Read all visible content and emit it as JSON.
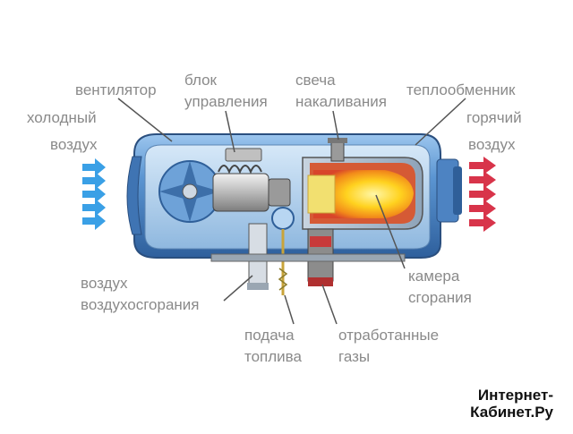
{
  "labels": {
    "fan": "вентилятор",
    "control_block_1": "блок",
    "control_block_2": "управления",
    "glow_plug_1": "свеча",
    "glow_plug_2": "накаливания",
    "heat_exchanger": "теплообменник",
    "cold_air_1": "холодный",
    "cold_air_2": "воздух",
    "hot_air_1": "горячий",
    "hot_air_2": "воздух",
    "combustion_air_1": "воздух",
    "combustion_air_2": "воздухосгорания",
    "fuel_supply_1": "подача",
    "fuel_supply_2": "топлива",
    "exhaust_1": "отработанные",
    "exhaust_2": "газы",
    "chamber_1": "камера",
    "chamber_2": "сгорания"
  },
  "watermark": {
    "line1": "Интернет-",
    "line2": "Кабинет.Ру"
  },
  "colors": {
    "label_text": "#8a8a8a",
    "cold_arrow": "#3aa0e6",
    "hot_arrow": "#d8344a",
    "housing": "#4b86c8",
    "flame": "#ffd21f",
    "leader_line": "#555555"
  }
}
